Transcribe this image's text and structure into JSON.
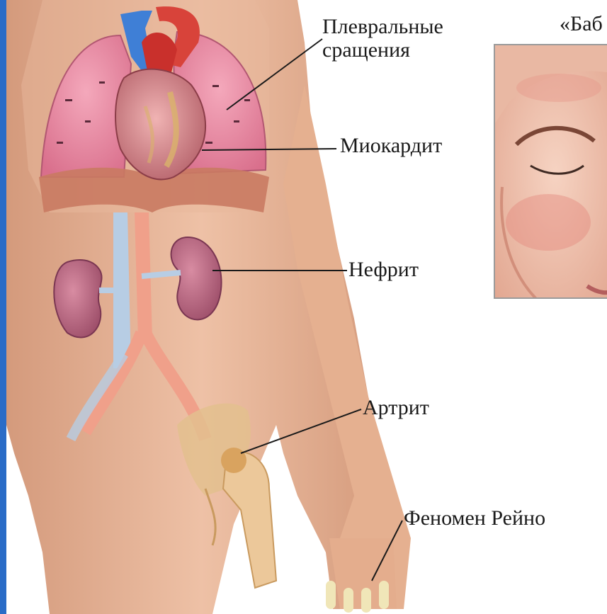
{
  "labels": {
    "pleural_line1": "Плевральные",
    "pleural_line2": "сращения",
    "myocarditis": "Миокардит",
    "nephritis": "Нефрит",
    "arthritis": "Артрит",
    "raynaud": "Феномен Рейно",
    "butterfly": "«Баб"
  },
  "colors": {
    "frame_bar": "#2a6cc7",
    "skin": "#e8b596",
    "lung": "#e98aa3",
    "kidney": "#b0607a",
    "artery": "#d8433a",
    "vein": "#3f7fd6"
  }
}
